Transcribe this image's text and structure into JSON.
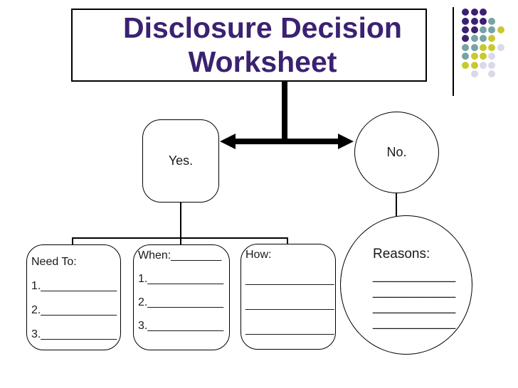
{
  "slide": {
    "title": {
      "line1": "Disclosure Decision",
      "line2": "Worksheet",
      "color": "#3B2171"
    },
    "decoration": {
      "dot_rows": [
        "PPP..",
        "PPPT.",
        "PPTTY",
        "PTTY.",
        "TTYYL",
        "TYYL.",
        "YYLL.",
        ".L.L."
      ],
      "dot_colors": {
        "P": "#3B2171",
        "T": "#76A3A3",
        "Y": "#C8C92F",
        "L": "#D9D9EA"
      }
    },
    "flowchart": {
      "yes_label": "Yes.",
      "no_label": "No.",
      "need_to": {
        "heading": "Need To:",
        "items": [
          "1.____________",
          "2.____________",
          "3.____________"
        ]
      },
      "when": {
        "heading": "When:________",
        "items": [
          "1.____________",
          "2.____________",
          "3.____________"
        ]
      },
      "how": {
        "heading": "How:",
        "lines": [
          "______________",
          "______________",
          "______________"
        ]
      },
      "reasons": {
        "heading": "Reasons:",
        "lines": [
          "___________",
          "___________",
          "___________",
          "___________"
        ]
      }
    }
  }
}
